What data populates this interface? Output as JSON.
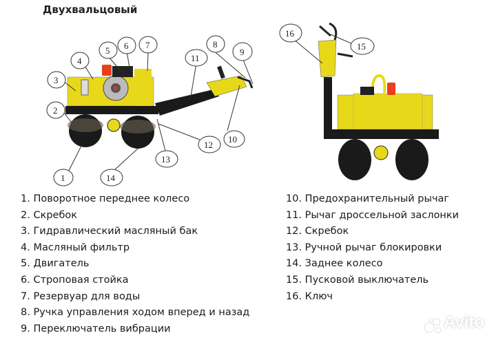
{
  "title": "Двухвальцовый",
  "colors": {
    "machine_body": "#e8d81a",
    "machine_frame": "#1a1a1a",
    "fuel_tank": "#e8401c",
    "callout_stroke": "#333333"
  },
  "callouts_left_view": [
    "1",
    "2",
    "3",
    "4",
    "5",
    "6",
    "7",
    "8",
    "9",
    "10",
    "11",
    "12",
    "13",
    "14"
  ],
  "callouts_right_view": [
    "15",
    "16"
  ],
  "legend": {
    "left": [
      "1. Поворотное переднее колесо",
      "2. Скребок",
      "3. Гидравлический масляный бак",
      "4. Масляный фильтр",
      "5. Двигатель",
      "6. Строповая стойка",
      "7. Резервуар для воды",
      "8. Ручка управления ходом вперед и назад",
      "9. Переключатель вибрации"
    ],
    "right": [
      "10. Предохранительный рычаг",
      "11. Рычаг дроссельной заслонки",
      "12. Скребок",
      "13. Ручной рычаг блокировки",
      "14. Заднее колесо",
      "15. Пусковой выключатель",
      "16. Ключ"
    ]
  },
  "watermark": "Avito"
}
